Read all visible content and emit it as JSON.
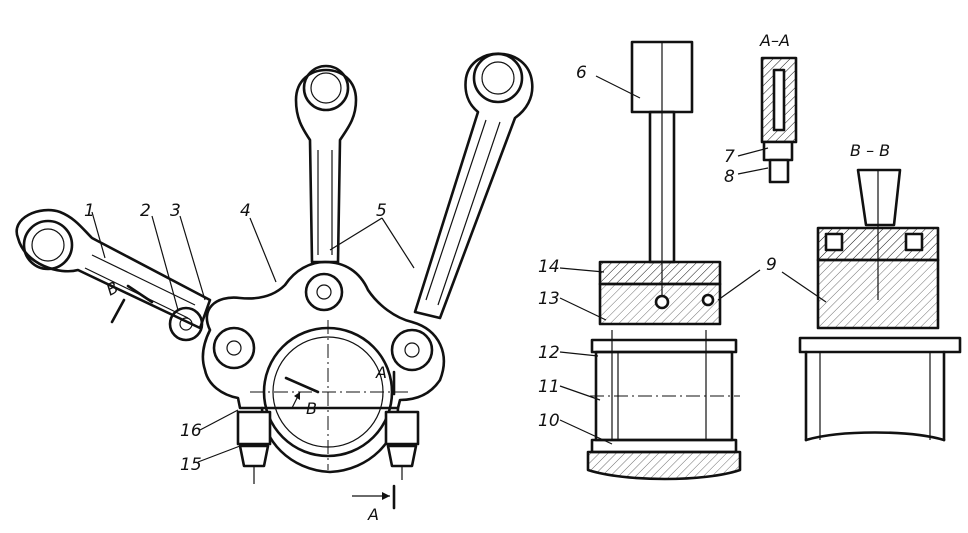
{
  "labels": {
    "l1": "1",
    "l2": "2",
    "l3": "3",
    "l4": "4",
    "l5": "5",
    "l6": "6",
    "l7": "7",
    "l8": "8",
    "l9": "9",
    "l10": "10",
    "l11": "11",
    "l12": "12",
    "l13": "13",
    "l14": "14",
    "l15": "15",
    "l16": "16"
  },
  "sections": {
    "aa_title": "A–A",
    "bb_title": "B – B",
    "a_mark_top": "A",
    "a_mark_bottom": "A",
    "b_mark": "B",
    "b_mark_left": "B"
  }
}
